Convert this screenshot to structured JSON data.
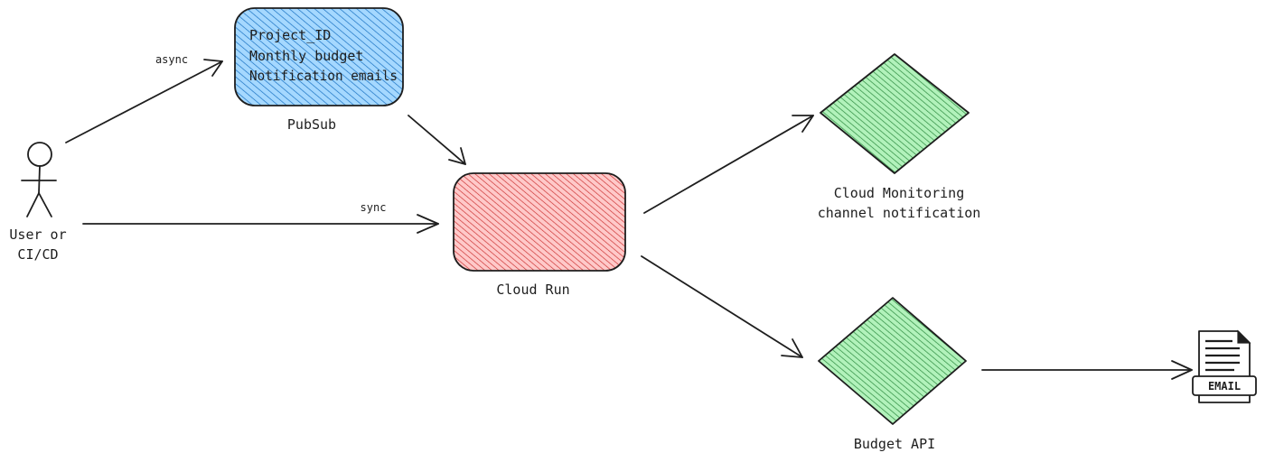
{
  "actor": {
    "label_lines": [
      "User or",
      "CI/CD"
    ]
  },
  "pubsub": {
    "label": "PubSub",
    "content_lines": [
      "Project_ID",
      "Monthly budget",
      "Notification emails"
    ],
    "fill": "#a5d8ff",
    "hatch": "#1971c2"
  },
  "cloud_run": {
    "label": "Cloud Run",
    "fill": "#ffc9c9",
    "hatch": "#c92a2a"
  },
  "cloud_monitoring": {
    "label_lines": [
      "Cloud Monitoring",
      "channel notification"
    ],
    "fill": "#b2f2bb",
    "hatch": "#2b8a3e"
  },
  "budget_api": {
    "label": "Budget API",
    "fill": "#b2f2bb",
    "hatch": "#2b8a3e"
  },
  "email": {
    "label": "EMAIL"
  },
  "edges": {
    "async_label": "async",
    "sync_label": "sync"
  }
}
